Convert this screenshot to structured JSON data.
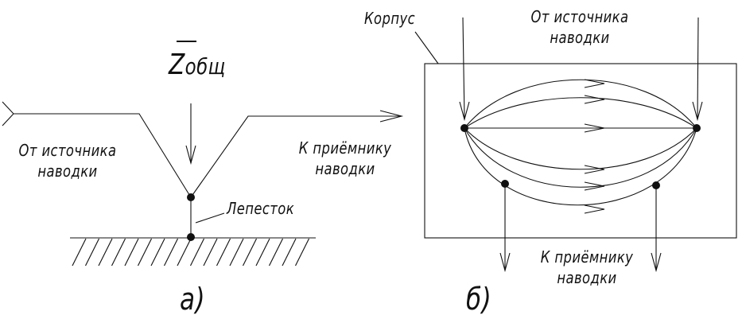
{
  "diagram_a": {
    "label": "а)",
    "impedance_symbol": "Z",
    "impedance_subscript": "общ",
    "source_label_line1": "От источника",
    "source_label_line2": "наводки",
    "receiver_label_line1": "К приёмнику",
    "receiver_label_line2": "наводки",
    "petal_label": "Лепесток"
  },
  "diagram_b": {
    "label": "б)",
    "housing_label": "Корпус",
    "source_label_line1": "От источника",
    "source_label_line2": "наводки",
    "receiver_label_line1": "К приёмнику",
    "receiver_label_line2": "наводки"
  },
  "colors": {
    "ink": "#111111",
    "background": "#ffffff"
  }
}
